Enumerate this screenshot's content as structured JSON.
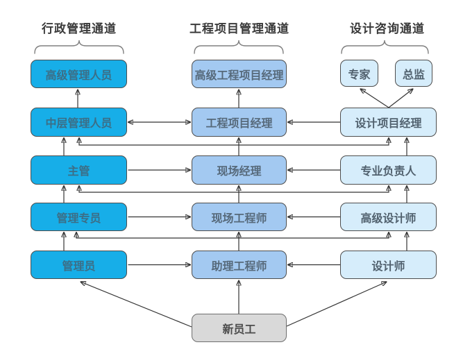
{
  "channels": {
    "admin": {
      "header": "行政管理通道",
      "levels": [
        "高级管理人员",
        "中层管理人员",
        "主管",
        "管理专员",
        "管理员"
      ]
    },
    "project": {
      "header": "工程项目管理通道",
      "levels": [
        "高级工程项目经理",
        "工程项目经理",
        "现场经理",
        "现场工程师",
        "助理工程师"
      ]
    },
    "design": {
      "header": "设计咨询通道",
      "peaks": [
        "专家",
        "总监"
      ],
      "levels": [
        "设计项目经理",
        "专业负责人",
        "高级设计师",
        "设计师"
      ]
    }
  },
  "entry": {
    "label": "新员工"
  },
  "colors": {
    "admin_fill": "#17aee8",
    "admin_text": "#3c6e86",
    "project_fill": "#a3c9f1",
    "project_text": "#56697a",
    "design_fill": "#d6edfb",
    "design_text": "#51616e",
    "entry_fill": "#d9d9d9",
    "entry_text": "#4c4c4c",
    "node_border": "#4d4d4d",
    "connector": "#333333",
    "brace": "#808080"
  }
}
